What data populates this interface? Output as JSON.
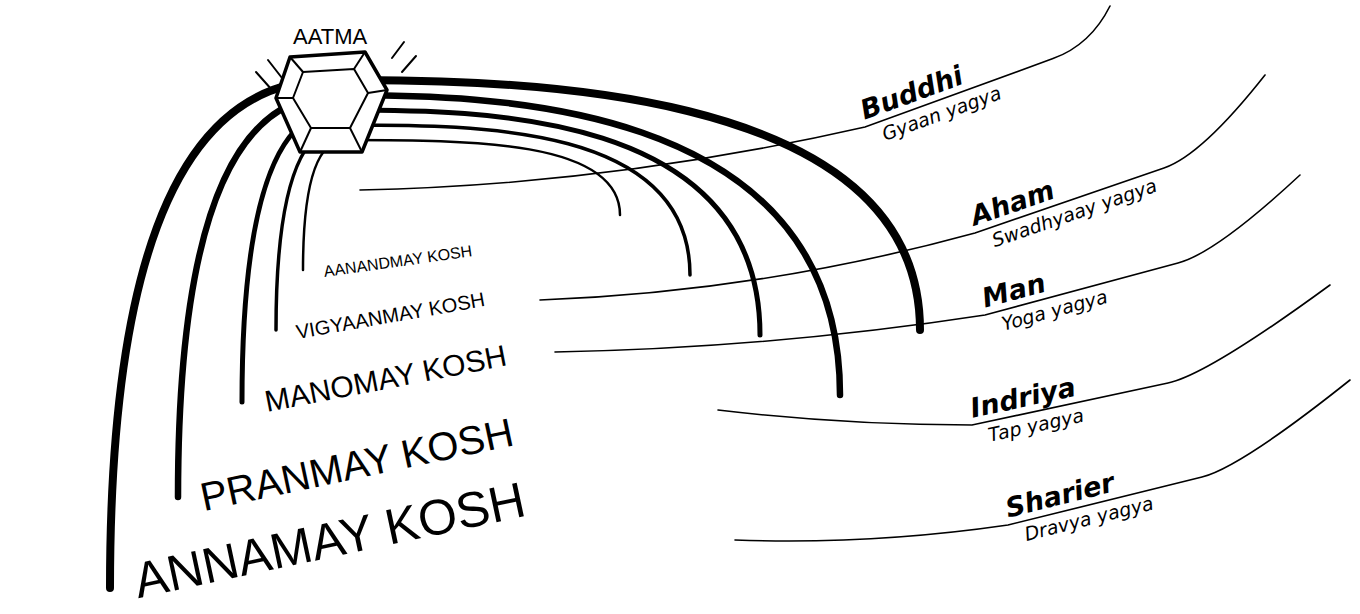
{
  "diagram": {
    "labels": [
      "AATMA",
      "AANANDMAY KOSH",
      "VIGYAANMAY KOSH",
      "MANOMAY KOSH",
      "PRANMAY KOSH",
      "ANNAMAY KOSH",
      "Buddhi",
      "Gyaan yagya",
      "Aham",
      "Swadhyaay yagya",
      "Man",
      "Yoga yagya",
      "Indriya",
      "Tap yagya",
      "Sharier",
      "Dravya yagya"
    ]
  }
}
